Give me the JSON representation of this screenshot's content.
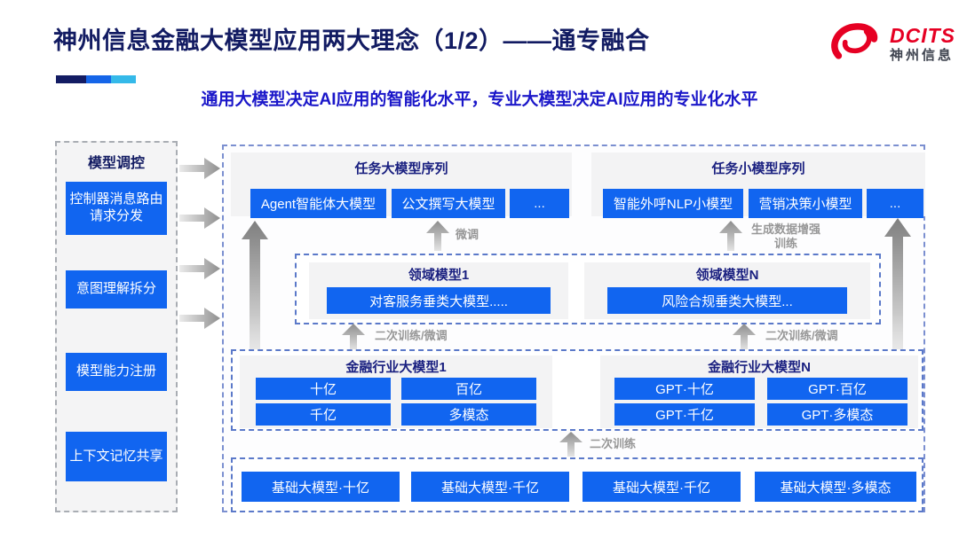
{
  "header": {
    "title": "神州信息金融大模型应用两大理念（1/2）——通专融合",
    "subtitle": "通用大模型决定AI应用的智能化水平，专业大模型决定AI应用的专业化水平",
    "logo": {
      "brand": "DCITS",
      "brand_cn": "神州信息"
    }
  },
  "sidebar": {
    "title": "模型调控",
    "items": [
      {
        "label": "控制器消息路由请求分发"
      },
      {
        "label": "意图理解拆分"
      },
      {
        "label": "模型能力注册"
      },
      {
        "label": "上下文记忆共享"
      }
    ]
  },
  "diagram": {
    "task_large_group": {
      "title": "任务大模型序列",
      "boxes": [
        "Agent智能体大模型",
        "公文撰写大模型",
        "..."
      ]
    },
    "task_small_group": {
      "title": "任务小模型序列",
      "boxes": [
        "智能外呼NLP小模型",
        "营销决策小模型",
        "..."
      ]
    },
    "arrow_labels": {
      "finetune": "微调",
      "gen_data_training": "生成数据增强训练",
      "secondary_finetune_1": "二次训练/微调",
      "secondary_finetune_2": "二次训练/微调",
      "secondary_training": "二次训练"
    },
    "domain_groups": [
      {
        "title": "领域模型1",
        "box": "对客服务垂类大模型....."
      },
      {
        "title": "领域模型N",
        "box": "风险合规垂类大模型..."
      }
    ],
    "industry_groups": [
      {
        "title": "金融行业大模型1",
        "boxes": [
          "十亿",
          "百亿",
          "千亿",
          "多模态"
        ]
      },
      {
        "title": "金融行业大模型N",
        "boxes": [
          "GPT·十亿",
          "GPT·百亿",
          "GPT·千亿",
          "GPT·多模态"
        ]
      }
    ],
    "base_models": [
      "基础大模型·十亿",
      "基础大模型·千亿",
      "基础大模型·千亿",
      "基础大模型·多模态"
    ]
  },
  "colors": {
    "accent_blue": "#1165f0",
    "title_navy": "#121b62",
    "subtitle_blue": "#1b17c9",
    "logo_red": "#e60023",
    "arrow_gray": "#979797"
  }
}
